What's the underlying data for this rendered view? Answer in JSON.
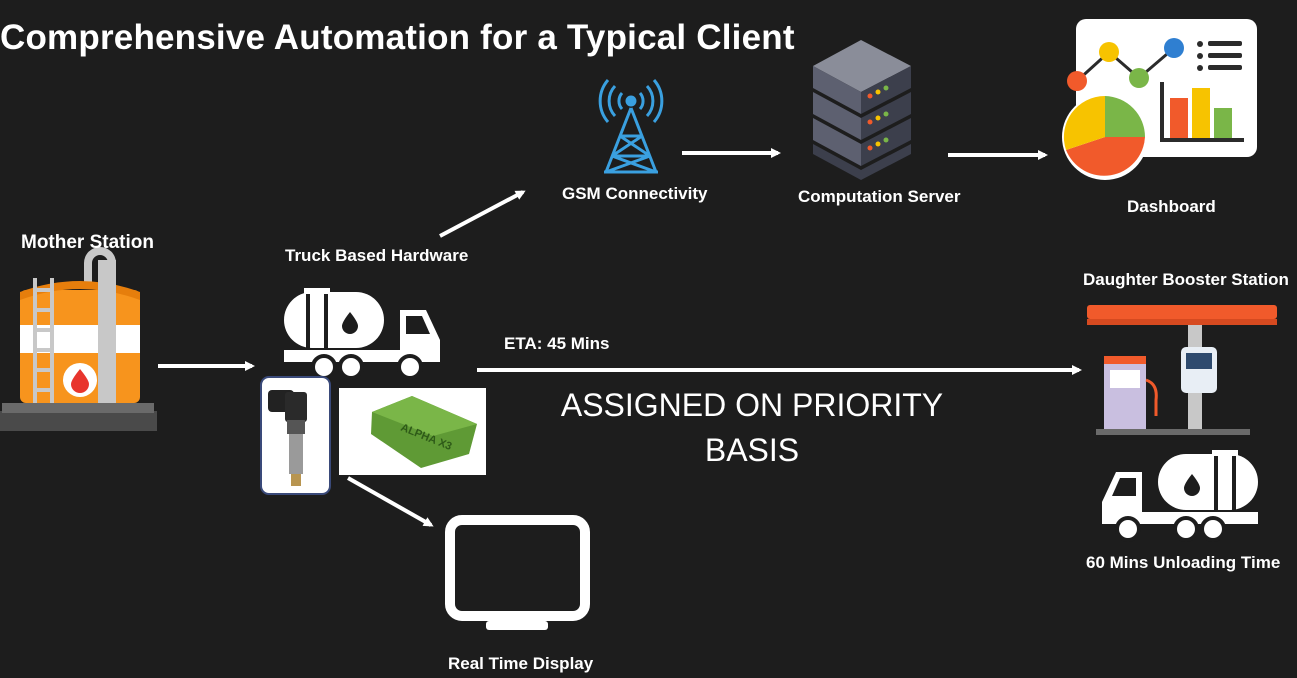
{
  "title": "Comprehensive Automation for a Typical Client",
  "nodes": {
    "mother_station": "Mother Station",
    "truck_hardware": "Truck Based Hardware",
    "gsm": "GSM Connectivity",
    "server": "Computation Server",
    "dashboard": "Dashboard",
    "daughter": "Daughter Booster Station",
    "unloading": "60 Mins Unloading Time",
    "display": "Real Time Display"
  },
  "eta": "ETA: 45 Mins",
  "priority": {
    "line1": "ASSIGNED ON PRIORITY",
    "line2": "BASIS"
  },
  "device_label": "ALPHA X3",
  "colors": {
    "background": "#1d1d1d",
    "accent_orange": "#f7941d",
    "pump_red": "#f15a2b",
    "device_green": "#7ab648"
  }
}
